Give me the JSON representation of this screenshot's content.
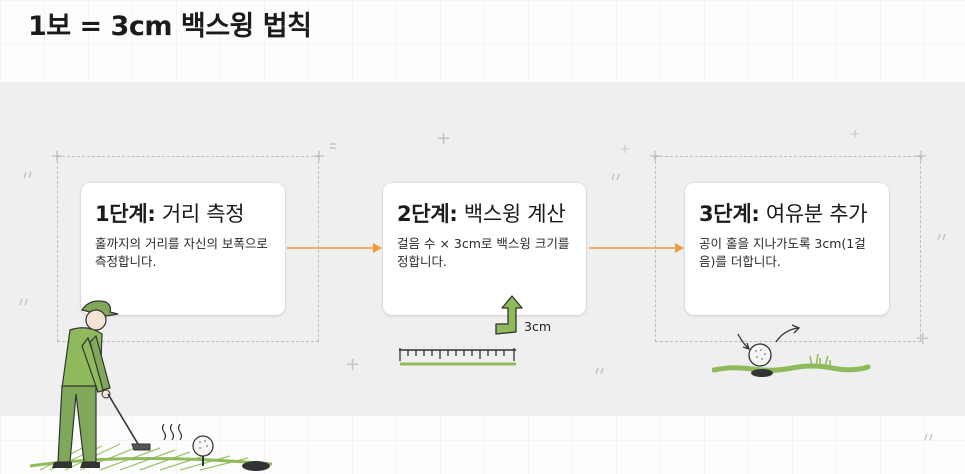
{
  "title": "1보 = 3cm 백스윙 법칙",
  "steps": [
    {
      "title_bold": "1단계:",
      "title_rest": " 거리 측정",
      "description": "홀까지의 거리를 자신의 보폭으로 측정합니다."
    },
    {
      "title_bold": "2단계:",
      "title_rest": " 백스윙 계산",
      "description": "걸음 수 × 3cm로 백스윙 크기를 정합니다."
    },
    {
      "title_bold": "3단계:",
      "title_rest": " 여유분 추가",
      "description": "공이 홀을 지나가도록 3cm(1걸음)를 더합니다."
    }
  ],
  "ruler_label": "3cm",
  "colors": {
    "arrow": "#f29a3a",
    "grass": "#8fba5c",
    "golfer": "#7fa85a",
    "background_band": "#efefef"
  }
}
